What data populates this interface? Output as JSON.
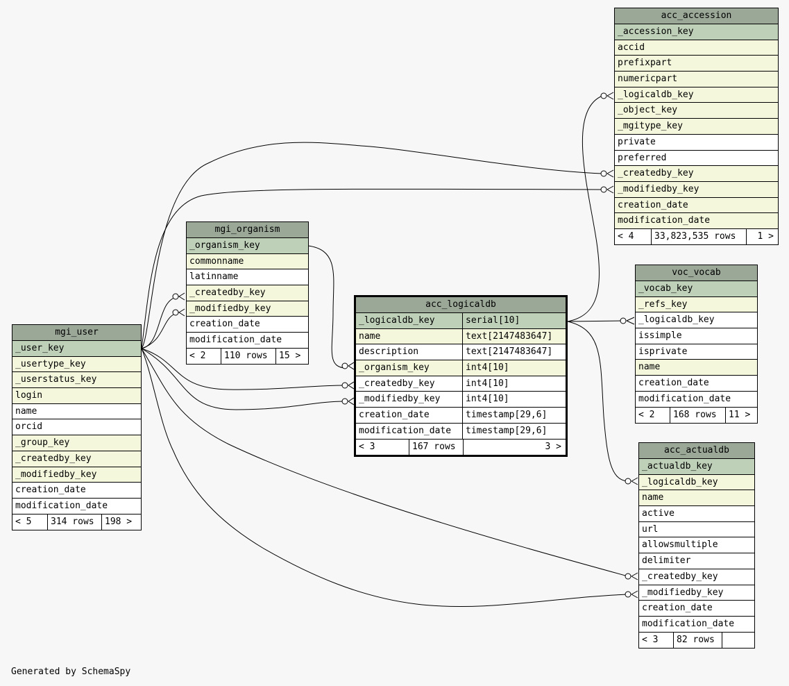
{
  "footer": "Generated by SchemaSpy",
  "colors": {
    "header": "#9ba898",
    "primary_key_row": "#bfd0b9",
    "foreign_key_row": "#f4f7dc",
    "plain_row": "#ffffff",
    "background": "#f7f7f7"
  },
  "tables": {
    "acc_accession": {
      "name": "acc_accession",
      "columns": [
        {
          "name": "_accession_key",
          "kind": "pk"
        },
        {
          "name": "accid",
          "kind": "fk"
        },
        {
          "name": "prefixpart",
          "kind": "fk"
        },
        {
          "name": "numericpart",
          "kind": "fk"
        },
        {
          "name": "_logicaldb_key",
          "kind": "fk"
        },
        {
          "name": "_object_key",
          "kind": "fk"
        },
        {
          "name": "_mgitype_key",
          "kind": "fk"
        },
        {
          "name": "private",
          "kind": "plain"
        },
        {
          "name": "preferred",
          "kind": "plain"
        },
        {
          "name": "_createdby_key",
          "kind": "fk"
        },
        {
          "name": "_modifiedby_key",
          "kind": "fk"
        },
        {
          "name": "creation_date",
          "kind": "fk"
        },
        {
          "name": "modification_date",
          "kind": "fk"
        }
      ],
      "footer": {
        "parents": "< 4",
        "rows": "33,823,535 rows",
        "children": "1 >"
      }
    },
    "mgi_organism": {
      "name": "mgi_organism",
      "columns": [
        {
          "name": "_organism_key",
          "kind": "pk"
        },
        {
          "name": "commonname",
          "kind": "fk"
        },
        {
          "name": "latinname",
          "kind": "plain"
        },
        {
          "name": "_createdby_key",
          "kind": "fk"
        },
        {
          "name": "_modifiedby_key",
          "kind": "fk"
        },
        {
          "name": "creation_date",
          "kind": "plain"
        },
        {
          "name": "modification_date",
          "kind": "plain"
        }
      ],
      "footer": {
        "parents": "< 2",
        "rows": "110 rows",
        "children": "15 >"
      }
    },
    "mgi_user": {
      "name": "mgi_user",
      "columns": [
        {
          "name": "_user_key",
          "kind": "pk"
        },
        {
          "name": "_usertype_key",
          "kind": "fk"
        },
        {
          "name": "_userstatus_key",
          "kind": "fk"
        },
        {
          "name": "login",
          "kind": "fk"
        },
        {
          "name": "name",
          "kind": "plain"
        },
        {
          "name": "orcid",
          "kind": "plain"
        },
        {
          "name": "_group_key",
          "kind": "fk"
        },
        {
          "name": "_createdby_key",
          "kind": "fk"
        },
        {
          "name": "_modifiedby_key",
          "kind": "fk"
        },
        {
          "name": "creation_date",
          "kind": "plain"
        },
        {
          "name": "modification_date",
          "kind": "plain"
        }
      ],
      "footer": {
        "parents": "< 5",
        "rows": "314 rows",
        "children": "198 >"
      }
    },
    "acc_logicaldb": {
      "name": "acc_logicaldb",
      "columns": [
        {
          "name": "_logicaldb_key",
          "type": "serial[10]",
          "kind": "pk"
        },
        {
          "name": "name",
          "type": "text[2147483647]",
          "kind": "fk"
        },
        {
          "name": "description",
          "type": "text[2147483647]",
          "kind": "plain"
        },
        {
          "name": "_organism_key",
          "type": "int4[10]",
          "kind": "fk"
        },
        {
          "name": "_createdby_key",
          "type": "int4[10]",
          "kind": "plain"
        },
        {
          "name": "_modifiedby_key",
          "type": "int4[10]",
          "kind": "plain"
        },
        {
          "name": "creation_date",
          "type": "timestamp[29,6]",
          "kind": "plain"
        },
        {
          "name": "modification_date",
          "type": "timestamp[29,6]",
          "kind": "plain"
        }
      ],
      "footer": {
        "parents": "< 3",
        "rows": "167 rows",
        "children": "3 >"
      }
    },
    "voc_vocab": {
      "name": "voc_vocab",
      "columns": [
        {
          "name": "_vocab_key",
          "kind": "pk"
        },
        {
          "name": "_refs_key",
          "kind": "fk"
        },
        {
          "name": "_logicaldb_key",
          "kind": "plain"
        },
        {
          "name": "issimple",
          "kind": "plain"
        },
        {
          "name": "isprivate",
          "kind": "plain"
        },
        {
          "name": "name",
          "kind": "fk"
        },
        {
          "name": "creation_date",
          "kind": "plain"
        },
        {
          "name": "modification_date",
          "kind": "plain"
        }
      ],
      "footer": {
        "parents": "< 2",
        "rows": "168 rows",
        "children": "11 >"
      }
    },
    "acc_actualdb": {
      "name": "acc_actualdb",
      "columns": [
        {
          "name": "_actualdb_key",
          "kind": "pk"
        },
        {
          "name": "_logicaldb_key",
          "kind": "fk"
        },
        {
          "name": "name",
          "kind": "fk"
        },
        {
          "name": "active",
          "kind": "plain"
        },
        {
          "name": "url",
          "kind": "plain"
        },
        {
          "name": "allowsmultiple",
          "kind": "plain"
        },
        {
          "name": "delimiter",
          "kind": "plain"
        },
        {
          "name": "_createdby_key",
          "kind": "plain"
        },
        {
          "name": "_modifiedby_key",
          "kind": "plain"
        },
        {
          "name": "creation_date",
          "kind": "plain"
        },
        {
          "name": "modification_date",
          "kind": "plain"
        }
      ],
      "footer": {
        "parents": "< 3",
        "rows": "82 rows",
        "children": ""
      }
    }
  }
}
